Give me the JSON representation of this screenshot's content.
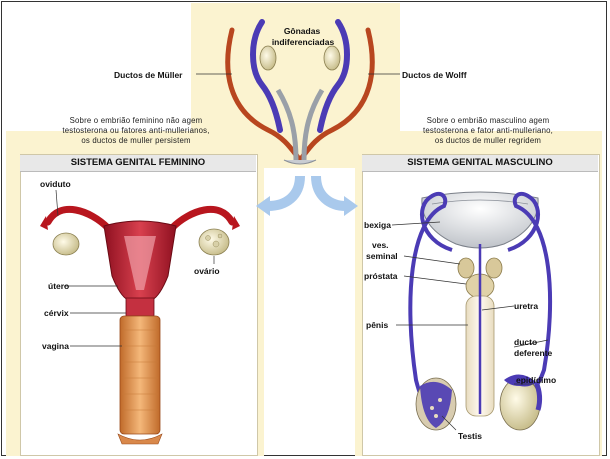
{
  "top": {
    "title_line1": "Gônadas",
    "title_line2": "indiferenciadas",
    "label_muller": "Ductos de Müller",
    "label_wolff": "Ductos de Wolff"
  },
  "female": {
    "description_line1": "Sobre o embrião feminino não agem",
    "description_line2": "testosterona ou fatores anti-mullerianos,",
    "description_line3": "os ductos de muller persistem",
    "title": "SISTEMA GENITAL FEMININO",
    "labels": {
      "oviduct": "oviduto",
      "uterus": "útero",
      "ovary": "ovário",
      "cervix": "cérvix",
      "vagina": "vagina"
    }
  },
  "male": {
    "description_line1": "Sobre o embrião masculino agem",
    "description_line2": "testosterona e fator anti-mulleriano,",
    "description_line3": "os ductos de muller regridem",
    "title": "SISTEMA GENITAL MASCULINO",
    "labels": {
      "bladder": "bexiga",
      "seminal_1": "ves.",
      "seminal_2": "seminal",
      "prostate": "próstata",
      "urethra": "uretra",
      "penis": "pênis",
      "vas_deferens_1": "ducto",
      "vas_deferens_2": "deferente",
      "epididymis": "epidídimo",
      "testis": "Testis"
    }
  },
  "colors": {
    "muller_duct": "#b8461f",
    "wolff_duct": "#4b3bb5",
    "panel_bg": "#fbf3d0",
    "arrow": "#a9c9ec"
  }
}
